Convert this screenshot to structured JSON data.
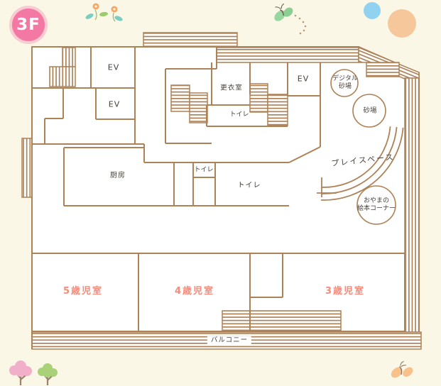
{
  "floor_badge": {
    "label": "3F"
  },
  "rooms": {
    "ev_top": {
      "label": "EV"
    },
    "ev_mid": {
      "label": "EV"
    },
    "ev_right": {
      "label": "EV"
    },
    "changing_room": {
      "label": "更衣室"
    },
    "toilet_upper": {
      "label": "トイレ"
    },
    "toilet_small": {
      "label": "トイレ"
    },
    "toilet_lower": {
      "label": "トイレ"
    },
    "kitchen": {
      "label": "厨房"
    },
    "digital_sandbox": {
      "line1": "デジタル",
      "line2": "砂場"
    },
    "sandbox": {
      "label": "砂場"
    },
    "play_space": {
      "label": "プレイスペース"
    },
    "picture_book_corner": {
      "line1": "おやまの",
      "line2": "絵本コーナー"
    },
    "class_5yo": {
      "label": "5歳児室"
    },
    "class_4yo": {
      "label": "4歳児室"
    },
    "class_3yo": {
      "label": "3歳児室"
    },
    "balcony": {
      "label": "バルコニー"
    }
  },
  "colors": {
    "background": "#FAF7E6",
    "wall": "#AD8257",
    "room_fill": "#FFFFFF",
    "badge_pink": "#F478A4",
    "class_label": "#F58B7B",
    "text_dark": "#45403A"
  },
  "decorations": [
    "flower-decoration",
    "green-butterfly-icon",
    "dotted-trail",
    "blue-dot",
    "orange-dot",
    "pink-tree-icon",
    "green-tree-icon",
    "orange-butterfly-icon"
  ]
}
